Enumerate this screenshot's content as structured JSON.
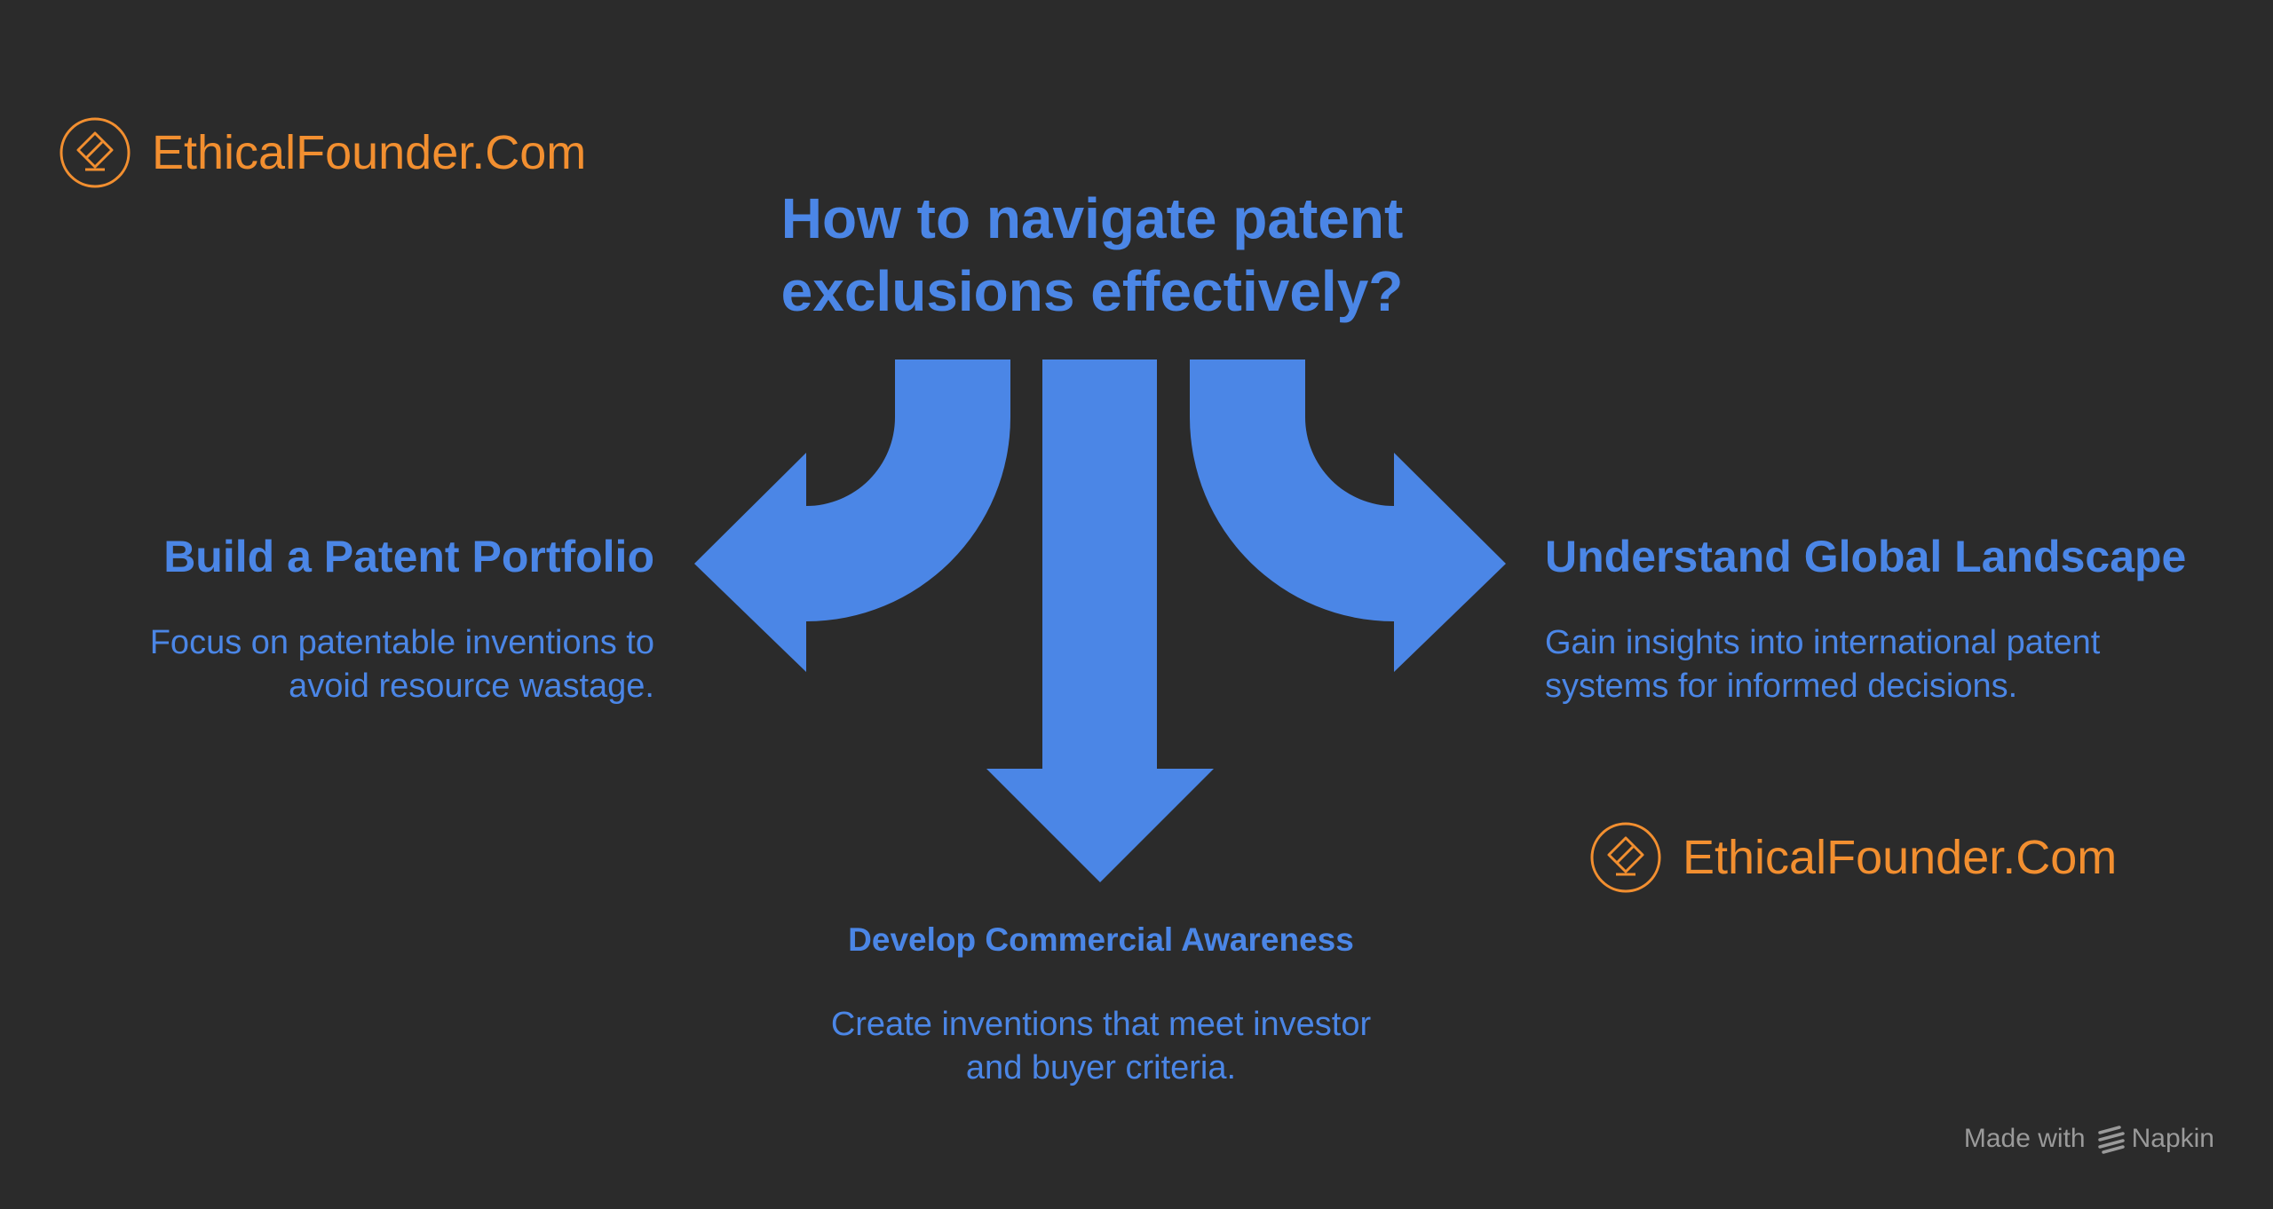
{
  "brand": {
    "name": "EthicalFounder.Com",
    "color": "#f28f30",
    "icon": "pencil-circle-icon"
  },
  "title_lines": [
    "How to navigate patent",
    "exclusions effectively?"
  ],
  "branches": {
    "left": {
      "heading": "Build a Patent Portfolio",
      "description_lines": [
        "Focus on patentable inventions to",
        "avoid resource wastage."
      ]
    },
    "right": {
      "heading": "Understand Global Landscape",
      "description_lines": [
        "Gain insights into international patent",
        "systems for informed decisions."
      ]
    },
    "bottom": {
      "heading": "Develop Commercial Awareness",
      "description_lines": [
        "Create inventions that meet investor",
        "and buyer criteria."
      ]
    }
  },
  "footer": {
    "prefix": "Made with",
    "product": "Napkin",
    "icon": "napkin-logo-icon"
  },
  "colors": {
    "background": "#2b2b2b",
    "accent": "#4b86e6",
    "brand": "#f28f30",
    "footer": "#9a9a9a"
  }
}
